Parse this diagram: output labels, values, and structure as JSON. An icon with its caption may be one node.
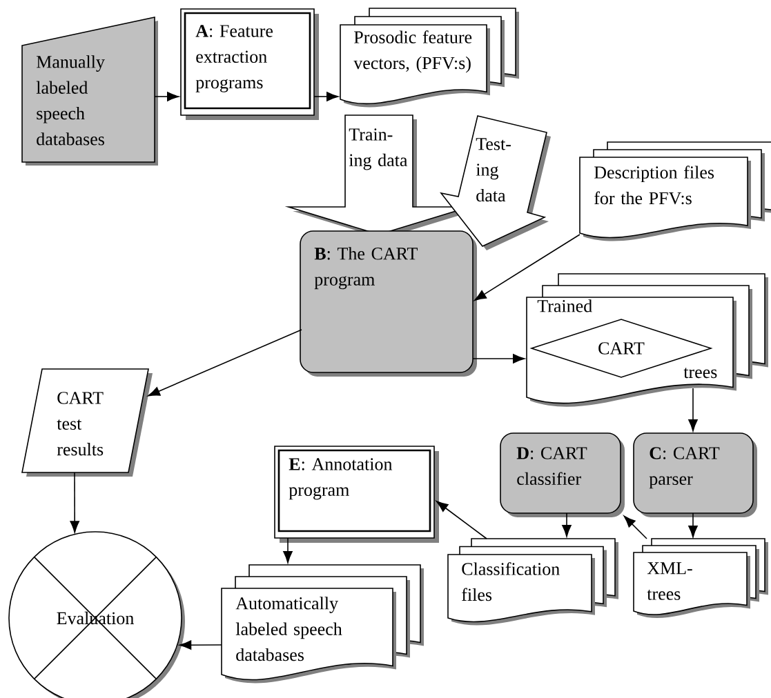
{
  "diagram": {
    "nodes": [
      {
        "text": [
          "Manually labeled speech databases"
        ]
      },
      {
        "text": [
          "**A**: Feature extraction programs"
        ]
      },
      {
        "text": [
          "Prosodic feature vectors, (PFV:s)"
        ]
      },
      {
        "text": [
          "Train- ing data"
        ]
      },
      {
        "text": [
          "Test- ing data"
        ]
      },
      {
        "text": [
          "Description files for the PFV:s"
        ]
      },
      {
        "text": [
          "**B**: The CART program"
        ]
      },
      {
        "text": [
          "Trained",
          "trees"
        ]
      },
      {
        "text": [
          "CART"
        ],
        "in": 7
      },
      {
        "text": [
          "CART test results"
        ]
      },
      {
        "text": [
          "**D**: CART classifier"
        ]
      },
      {
        "text": [
          "**C**: CART parser"
        ]
      },
      {
        "text": [
          "**E**: Annotation program"
        ]
      },
      {
        "text": [
          "Classification files"
        ]
      },
      {
        "text": [
          "XML- trees"
        ]
      },
      {
        "text": [
          "Automatically labeled speech databases"
        ]
      },
      {
        "text": [
          "Evaluation"
        ]
      }
    ],
    "edges": [
      {
        "from": 0,
        "to": 1,
        "arrow": "to"
      },
      {
        "from": 1,
        "to": 2,
        "arrow": "to"
      },
      {
        "from": 5,
        "to": 6,
        "arrow": "to"
      },
      {
        "from": 6,
        "to": 7,
        "arrow": "to"
      },
      {
        "from": 6,
        "to": 9,
        "arrow": "to"
      },
      {
        "from": 7,
        "to": 11,
        "arrow": "to"
      },
      {
        "from": 9,
        "to": 16,
        "arrow": "to"
      },
      {
        "from": 11,
        "to": 14,
        "arrow": "to"
      },
      {
        "from": 10,
        "to": 13,
        "arrow": "to"
      },
      {
        "from": 14,
        "to": 10,
        "arrow": "to"
      },
      {
        "from": 13,
        "to": 12,
        "arrow": "to"
      },
      {
        "from": 12,
        "to": 15,
        "arrow": "to"
      },
      {
        "from": 15,
        "to": 16,
        "arrow": "to"
      }
    ]
  }
}
